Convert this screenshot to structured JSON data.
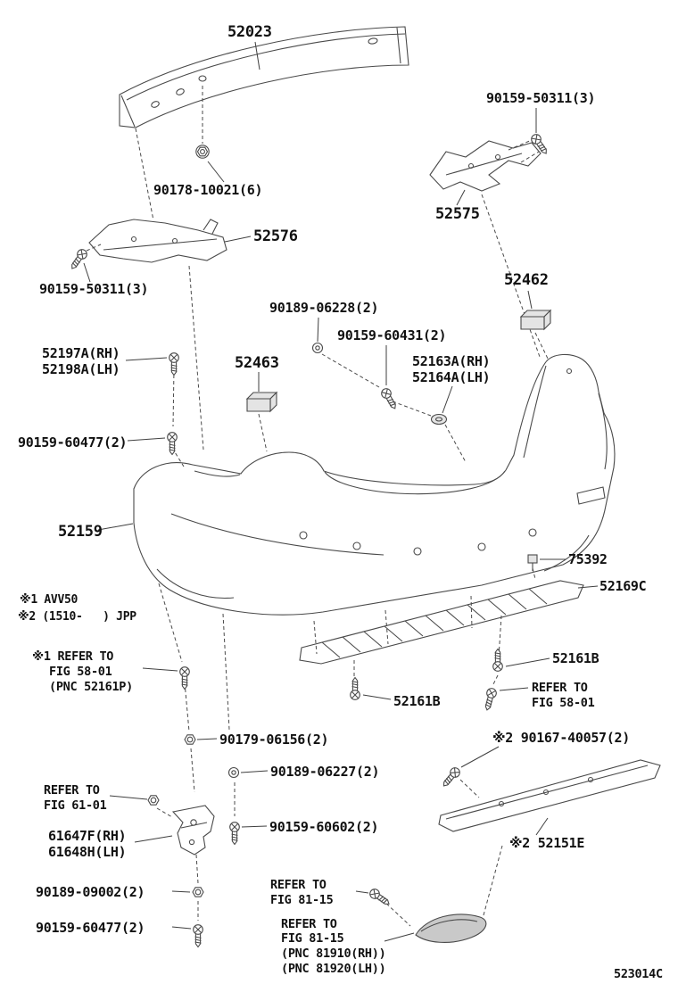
{
  "colors": {
    "background": "#ffffff",
    "line": "#4a4a4a",
    "text": "#111111"
  },
  "diagram_code": "523014C",
  "notes": {
    "n1": "※1 AVV50",
    "n2": "※2 (1510-   ) JPP"
  },
  "parts": {
    "p52023": "52023",
    "p90159_50311_a": "90159-50311(3)",
    "p90178_10021": "90178-10021(6)",
    "p52575": "52575",
    "p52576": "52576",
    "p90159_50311_b": "90159-50311(3)",
    "p52462": "52462",
    "p90189_06228": "90189-06228(2)",
    "p90159_60431": "90159-60431(2)",
    "p52197A": "52197A(RH)",
    "p52198A": "52198A(LH)",
    "p52463": "52463",
    "p52163A": "52163A(RH)",
    "p52164A": "52164A(LH)",
    "p90159_60477_a": "90159-60477(2)",
    "p52159": "52159",
    "p75392": "75392",
    "p52169C": "52169C",
    "p52161B_a": "52161B",
    "p52161B_b": "52161B",
    "p90179_06156": "90179-06156(2)",
    "p90189_06227": "90189-06227(2)",
    "p90167_40057": "※2 90167-40057(2)",
    "p61647F": "61647F(RH)",
    "p61648H": "61648H(LH)",
    "p90159_60602": "90159-60602(2)",
    "p52151E": "※2 52151E",
    "p90189_09002": "90189-09002(2)",
    "p90159_60477_b": "90159-60477(2)"
  },
  "refs": {
    "fig5801_left": {
      "l1": "※1 REFER TO",
      "l2": "FIG 58-01",
      "l3": "(PNC 52161P)"
    },
    "fig5801_right": {
      "l1": "REFER TO",
      "l2": "FIG 58-01"
    },
    "fig6101": {
      "l1": "REFER TO",
      "l2": "FIG 61-01"
    },
    "fig8115_a": {
      "l1": "REFER TO",
      "l2": "FIG 81-15"
    },
    "fig8115_b": {
      "l1": "REFER TO",
      "l2": "FIG 81-15",
      "l3": "(PNC 81910(RH))",
      "l4": "(PNC 81920(LH))"
    }
  }
}
